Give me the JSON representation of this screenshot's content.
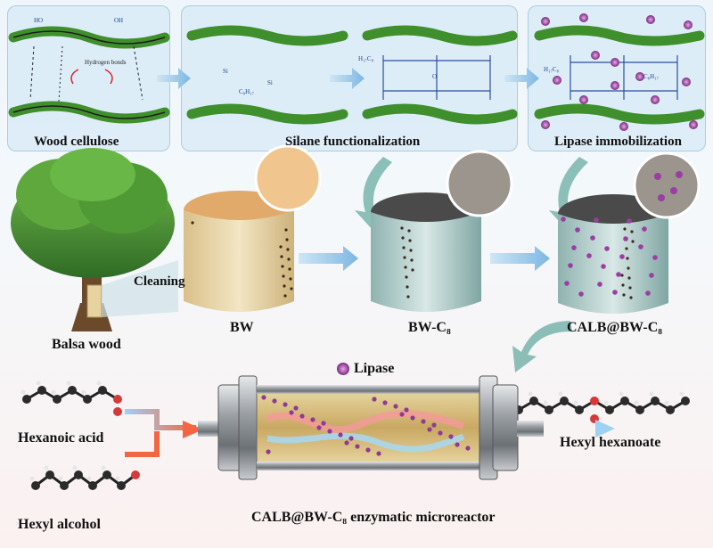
{
  "labels": {
    "wood_cellulose": "Wood cellulose",
    "silane": "Silane functionalization",
    "lipase_immob": "Lipase immobilization",
    "hydrogen_bonds": "Hydrogen bonds",
    "cleaning": "Cleaning",
    "balsa": "Balsa wood",
    "bw": "BW",
    "bwc8": "BW-C₈",
    "calb": "CALB@BW-C₈",
    "lipase_legend": "Lipase",
    "hexanoic": "Hexanoic acid",
    "hexyl_alcohol": "Hexyl alcohol",
    "hexyl_hexanoate": "Hexyl hexanoate",
    "microreactor": "CALB@BW-C₈ enzymatic microreactor"
  },
  "chem_text": {
    "ho": "HO",
    "oh": "OH",
    "c8h17": "C₈H₁₇",
    "h17c8": "H₁₇C₈",
    "si": "Si",
    "o": "O"
  },
  "colors": {
    "cellulose": "#3f8f2c",
    "arrow_blue": "#8ec3e8",
    "arrow_teal": "#7fb8b0",
    "lipase": "#8e3c92",
    "wood_bw": "#ecd8a6",
    "wood_dark": "#3c3c3c",
    "reactor_metal": "#9a9ea3",
    "inlet_red": "#f06a4a"
  }
}
